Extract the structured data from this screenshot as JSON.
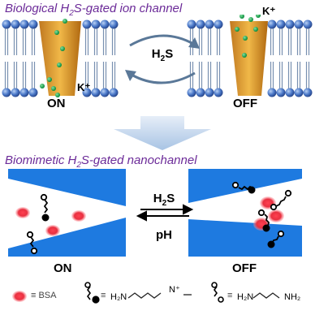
{
  "top": {
    "title_pre": "Biological H",
    "title_sub": "2",
    "title_post": "S-gated ion channel",
    "on_label": "ON",
    "off_label": "OFF",
    "ion_left": "K⁺",
    "ion_right": "K⁺",
    "center_pre": "H",
    "center_sub": "2",
    "center_post": "S"
  },
  "bottom": {
    "title_pre": "Biomimetic H",
    "title_sub": "2",
    "title_post": "S-gated nanochannel",
    "on_label": "ON",
    "off_label": "OFF",
    "arrow_top_pre": "H",
    "arrow_top_sub": "2",
    "arrow_top_post": "S",
    "arrow_bottom": "pH"
  },
  "legend": {
    "bsa": "≡ BSA",
    "eq1": "≡",
    "azide_h2n": "H₂N",
    "azide_n3": "N⁺",
    "eq2": "≡",
    "amine_h2n": "H₂N",
    "amine_nh2": "NH₂"
  },
  "colors": {
    "title": "#6b2a98",
    "membrane_head": "#4a78c8",
    "channel": "#e0a030",
    "nanochannel": "#1e7ae0",
    "bsa": "#e83040",
    "ion_dot": "#20a050"
  }
}
